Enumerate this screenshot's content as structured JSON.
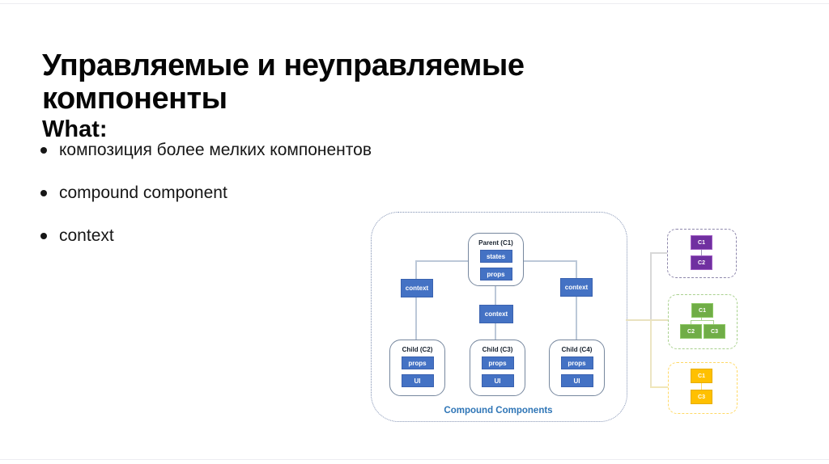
{
  "slide": {
    "title": "Управляемые и неуправляемые компоненты",
    "subtitle": "What:",
    "bullets": [
      "композиция более мелких компонентов",
      "compound component",
      "context"
    ]
  },
  "diagram": {
    "caption": "Compound Components",
    "parent": {
      "title": "Parent (C1)",
      "chips": [
        "states",
        "props"
      ]
    },
    "context_labels": [
      "context",
      "context",
      "context"
    ],
    "children": [
      {
        "title": "Child (C2)",
        "chips": [
          "props",
          "UI"
        ]
      },
      {
        "title": "Child (C3)",
        "chips": [
          "props",
          "UI"
        ]
      },
      {
        "title": "Child (C4)",
        "chips": [
          "props",
          "UI"
        ]
      }
    ]
  },
  "variants": [
    {
      "name": "purple-pair",
      "color": "#7030A0",
      "nodes": [
        "C1",
        "C2"
      ]
    },
    {
      "name": "green-tree",
      "color": "#70AD47",
      "nodes": [
        "C1",
        "C2",
        "C3"
      ]
    },
    {
      "name": "yellow-pair",
      "color": "#FFC000",
      "nodes": [
        "C1",
        "C3"
      ]
    }
  ],
  "colors": {
    "chip_blue": "#4472C4",
    "caption_blue": "#2E75B6",
    "frame_border": "#8090B2",
    "purple": "#7030A0",
    "green": "#70AD47",
    "yellow": "#FFC000"
  }
}
